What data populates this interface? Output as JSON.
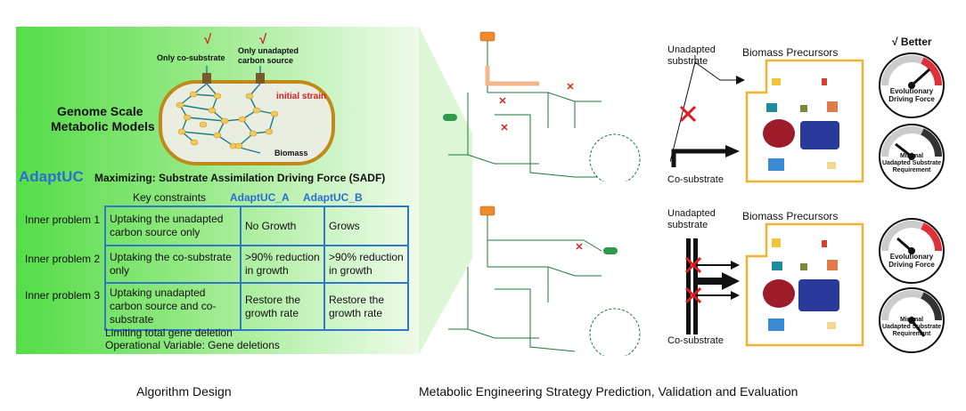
{
  "left": {
    "substrate_check": "√",
    "substrate_label": "Only co-substrate",
    "carbon_check": "√",
    "carbon_label_1": "Only unadapted",
    "carbon_label_2": "carbon source",
    "model_title_1": "Genome Scale",
    "model_title_2": "Metabolic Models",
    "initial_strain": "initial strain",
    "biomass": "Biomass",
    "method_name": "AdaptUC",
    "objective": "Maximizing: Substrate Assimilation Driving Force (SADF)",
    "col_header_constraints": "Key constraints",
    "col_header_a": "AdaptUC_A",
    "col_header_b": "AdaptUC_B",
    "rows": [
      {
        "label": "Inner problem 1",
        "constraint": "Uptaking the unadapted carbon source only",
        "a": "No Growth",
        "b": "Grows"
      },
      {
        "label": "Inner problem 2",
        "constraint": "Uptaking the co-substrate only",
        "a": ">90% reduction in growth",
        "b": ">90% reduction in growth"
      },
      {
        "label": "Inner problem 3",
        "constraint": "Uptaking unadapted carbon source and co-substrate",
        "a": "Restore the growth rate",
        "b": "Restore the growth rate"
      }
    ],
    "footer_1": "Limiting total gene deletion",
    "footer_2": "Operational Variable:  Gene deletions"
  },
  "right": {
    "better": "√ Better",
    "panels": [
      {
        "unadapted_1": "Unadapted",
        "unadapted_2": "substrate",
        "precursors": "Biomass Precursors",
        "cosubstrate": "Co-substrate"
      },
      {
        "unadapted_1": "Unadapted",
        "unadapted_2": "substrate",
        "precursors": "Biomass Precursors",
        "cosubstrate": "Co-substrate"
      }
    ],
    "gauge_edf_1": "Evolutionary",
    "gauge_edf_2": "Driving Force",
    "gauge_min_1": "Minimal",
    "gauge_min_2": "Uadapted Substrate",
    "gauge_min_3": "Requirement"
  },
  "captions": {
    "left": "Algorithm Design",
    "right": "Metabolic Engineering Strategy Prediction,  Validation and  Evaluation"
  },
  "colors": {
    "table_border": "#2e77c9",
    "accent_blue": "#2a6fd0",
    "check_red": "#d42020",
    "pathway_green": "#1d7a3a",
    "precursor_box": "#f2b233"
  }
}
